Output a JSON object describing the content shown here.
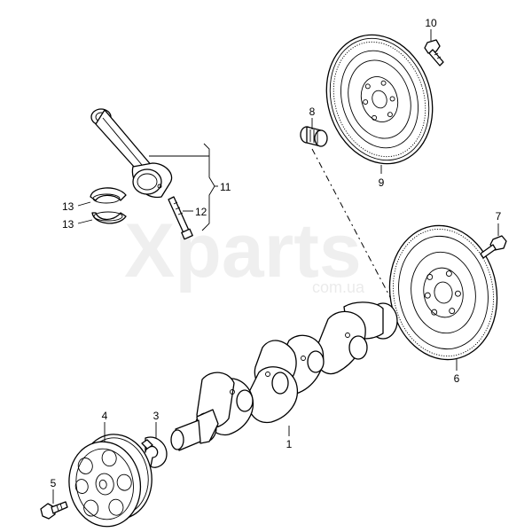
{
  "callouts": {
    "c1": "1",
    "c3": "3",
    "c4": "4",
    "c5": "5",
    "c6": "6",
    "c7": "7",
    "c8": "8",
    "c9": "9",
    "c10": "10",
    "c11": "11",
    "c12": "12",
    "c13a": "13",
    "c13b": "13"
  },
  "watermark": {
    "main": "Xparts",
    "sub": "com.ua"
  }
}
